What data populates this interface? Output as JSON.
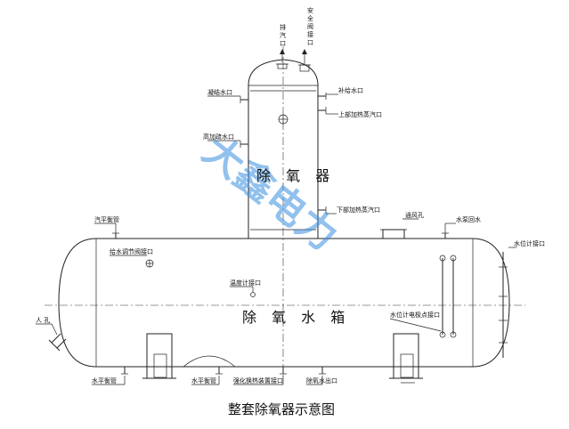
{
  "caption": "整套除氧器示意图",
  "deaerator_label": "除 氧 器",
  "tank_label": "除 氧 水 箱",
  "watermark": "大鑫电力",
  "top_labels": {
    "exhaust": [
      "排",
      "汽",
      "口"
    ],
    "safety_valve": [
      "安",
      "全",
      "阀",
      "接",
      "口"
    ]
  },
  "labels": {
    "condensate_inlet": "凝结水口",
    "makeup_water": "补给水口",
    "upper_heating_steam": "上部加热蒸汽口",
    "hp_heater_drain": "高加疏水口",
    "lower_heating_steam": "下部加热蒸汽口",
    "vent_hole": "通风孔",
    "pump_return": "水泵回水",
    "steam_balance_pipe": "汽平衡管",
    "feedwater_valve_port": "给水调节阀接口",
    "level_gauge_port": "水位计接口",
    "thermometer_port": "温度计接口",
    "manhole": "人 孔",
    "level_electrode_port": "水位计电极点接口",
    "water_balance_pipe_left": "水平衡管",
    "water_balance_pipe_mid": "水平衡管",
    "reinforced_heating_port": "强化换热装置接口",
    "deaerated_water_outlet": "除氧水出口"
  }
}
